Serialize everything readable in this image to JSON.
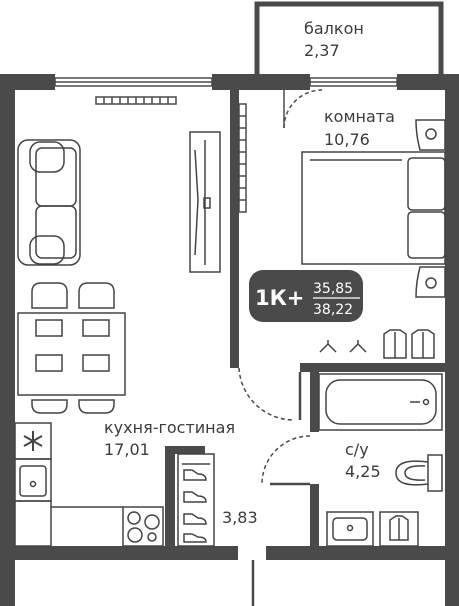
{
  "colors": {
    "wall": "#4a4a4a",
    "furniture": "#444444",
    "badge_bg": "#4a4a4a",
    "badge_text": "#ffffff"
  },
  "badge": {
    "type_label": "1К+",
    "living_area": "35,85",
    "total_area": "38,22"
  },
  "rooms": {
    "balcony": {
      "name": "балкон",
      "area": "2,37"
    },
    "bedroom": {
      "name": "комната",
      "area": "10,76"
    },
    "kitchen_living": {
      "name": "кухня-гостиная",
      "area": "17,01"
    },
    "bathroom": {
      "name": "с/у",
      "area": "4,25"
    },
    "hallway": {
      "area": "3,83"
    }
  },
  "icons": [
    "sofa-icon",
    "armchair-icon",
    "tv-stand-icon",
    "dining-table-icon",
    "chair-icon",
    "double-bed-icon",
    "wardrobe-icon",
    "bathtub-icon",
    "toilet-icon",
    "sink-icon",
    "washing-machine-icon",
    "fridge-icon",
    "kitchen-sink-icon",
    "hob-icon",
    "shoe-rack-icon"
  ]
}
